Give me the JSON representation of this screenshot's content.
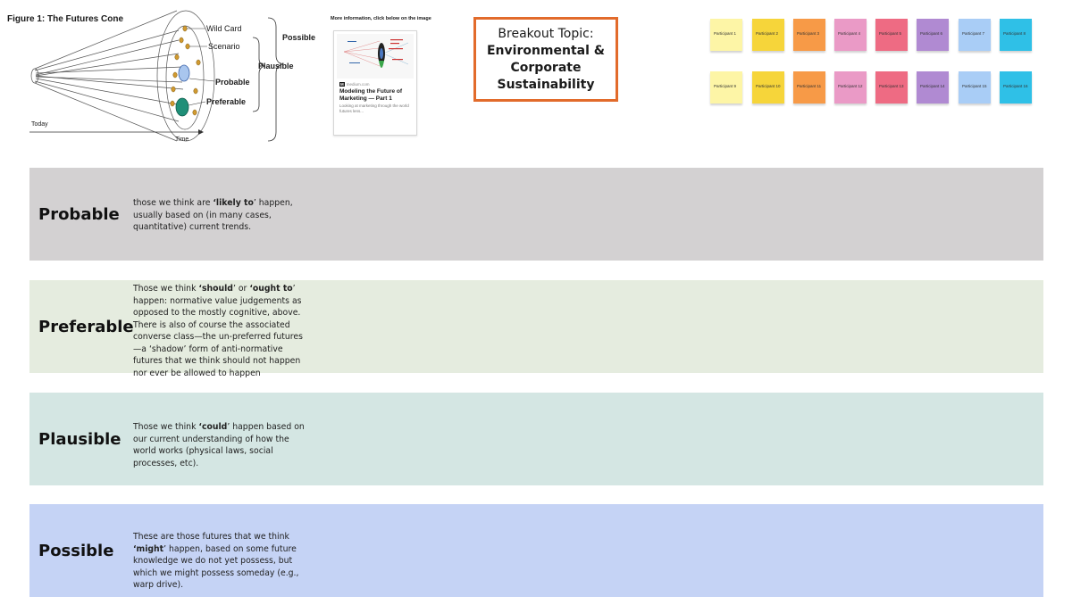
{
  "figure": {
    "title": "Figure 1: The Futures Cone",
    "labels": {
      "wild_card": "Wild Card",
      "scenario": "Scenario",
      "probable": "Probable",
      "preferable": "Preferable",
      "plausible": "Plausible",
      "possible": "Possible",
      "today": "Today",
      "time": "Time"
    }
  },
  "link_card": {
    "caption": "More information, click below on the image",
    "site": "medium.com",
    "title": "Modeling the Future of Marketing — Part 1",
    "description": "Looking at marketing through the world futures lens..."
  },
  "breakout": {
    "line1": "Breakout Topic:",
    "line2": "Environmental &",
    "line3": "Corporate",
    "line4": "Sustainability",
    "border_color": "#e26b2b"
  },
  "stickies": [
    {
      "label": "Participant 1",
      "color": "#fdf5a6"
    },
    {
      "label": "Participant 2",
      "color": "#f6d53a"
    },
    {
      "label": "Participant 3",
      "color": "#f79a47"
    },
    {
      "label": "Participant 4",
      "color": "#ea9ac6"
    },
    {
      "label": "Participant 5",
      "color": "#ee6b83"
    },
    {
      "label": "Participant 6",
      "color": "#b08ad2"
    },
    {
      "label": "Participant 7",
      "color": "#a9cdf6"
    },
    {
      "label": "Participant 8",
      "color": "#2fc0e7"
    },
    {
      "label": "Participant 9",
      "color": "#fdf5a6"
    },
    {
      "label": "Participant 10",
      "color": "#f6d53a"
    },
    {
      "label": "Participant 11",
      "color": "#f79a47"
    },
    {
      "label": "Participant 12",
      "color": "#ea9ac6"
    },
    {
      "label": "Participant 13",
      "color": "#ee6b83"
    },
    {
      "label": "Participant 14",
      "color": "#b08ad2"
    },
    {
      "label": "Participant 15",
      "color": "#a9cdf6"
    },
    {
      "label": "Participant 16",
      "color": "#2fc0e7"
    }
  ],
  "rows": [
    {
      "title": "Probable",
      "color": "#d3d1d2",
      "desc": [
        {
          "t": "those we think are "
        },
        {
          "t": "‘likely to",
          "b": true
        },
        {
          "t": "’ happen, usually based on (in many cases, quantitative) current trends."
        }
      ]
    },
    {
      "title": "Preferable",
      "color": "#e5ecdf",
      "desc": [
        {
          "t": "Those we think "
        },
        {
          "t": "‘should",
          "b": true
        },
        {
          "t": "’ or "
        },
        {
          "t": "‘ought to",
          "b": true
        },
        {
          "t": "’ happen: normative value judgements as opposed to the mostly cognitive, above. There is also of course the associated converse class—the un-preferred futures—a ‘shadow’ form of anti-normative futures that we think should not happen nor ever be allowed to happen"
        }
      ]
    },
    {
      "title": "Plausible",
      "color": "#d4e6e3",
      "desc": [
        {
          "t": "Those we think "
        },
        {
          "t": "‘could",
          "b": true
        },
        {
          "t": "’ happen based on our current understanding of how the world works (physical laws, social processes, etc)."
        }
      ]
    },
    {
      "title": "Possible",
      "color": "#c5d3f5",
      "desc": [
        {
          "t": "These are those futures that we think "
        },
        {
          "t": "‘might",
          "b": true
        },
        {
          "t": "’ happen, based on some future knowledge we do not yet possess, but which we might possess someday (e.g., warp drive)."
        }
      ]
    }
  ]
}
